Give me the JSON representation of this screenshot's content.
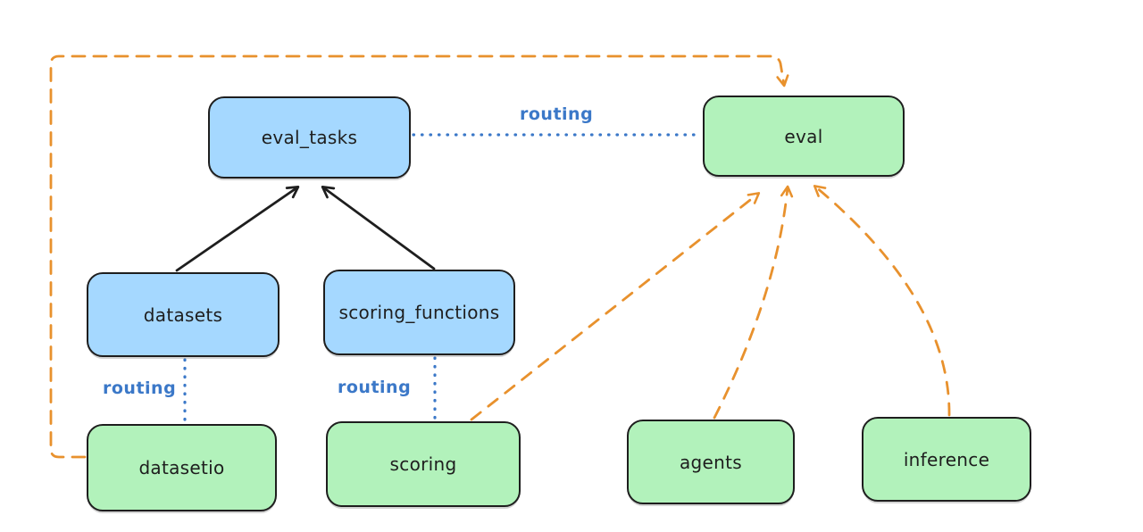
{
  "diagram": {
    "nodes": {
      "eval_tasks": {
        "label": "eval_tasks",
        "kind": "api"
      },
      "eval": {
        "label": "eval",
        "kind": "provider"
      },
      "datasets": {
        "label": "datasets",
        "kind": "api"
      },
      "scoring_functions": {
        "label": "scoring_functions",
        "kind": "api"
      },
      "datasetio": {
        "label": "datasetio",
        "kind": "provider"
      },
      "scoring": {
        "label": "scoring",
        "kind": "provider"
      },
      "agents": {
        "label": "agents",
        "kind": "provider"
      },
      "inference": {
        "label": "inference",
        "kind": "provider"
      }
    },
    "edge_labels": {
      "routing_top": "routing",
      "routing_datasets": "routing",
      "routing_scoring": "routing"
    },
    "edges": [
      {
        "from": "datasets",
        "to": "eval_tasks",
        "style": "solid-black-arrow"
      },
      {
        "from": "scoring_functions",
        "to": "eval_tasks",
        "style": "solid-black-arrow"
      },
      {
        "from": "eval_tasks",
        "to": "eval",
        "style": "dotted-blue",
        "label": "routing"
      },
      {
        "from": "datasets",
        "to": "datasetio",
        "style": "dotted-blue",
        "label": "routing"
      },
      {
        "from": "scoring_functions",
        "to": "scoring",
        "style": "dotted-blue",
        "label": "routing"
      },
      {
        "from": "scoring",
        "to": "eval",
        "style": "dashed-orange-arrow"
      },
      {
        "from": "agents",
        "to": "eval",
        "style": "dashed-orange-arrow"
      },
      {
        "from": "inference",
        "to": "eval",
        "style": "dashed-orange-arrow"
      },
      {
        "from": "datasetio",
        "to": "eval",
        "style": "dashed-orange-arrow-loop"
      }
    ],
    "colors": {
      "api_fill": "#a5d8ff",
      "provider_fill": "#b2f2bb",
      "stroke": "#1e1e1e",
      "routing_blue": "#3b78c8",
      "dependency_orange": "#e8912d",
      "background": "#ffffff"
    }
  }
}
